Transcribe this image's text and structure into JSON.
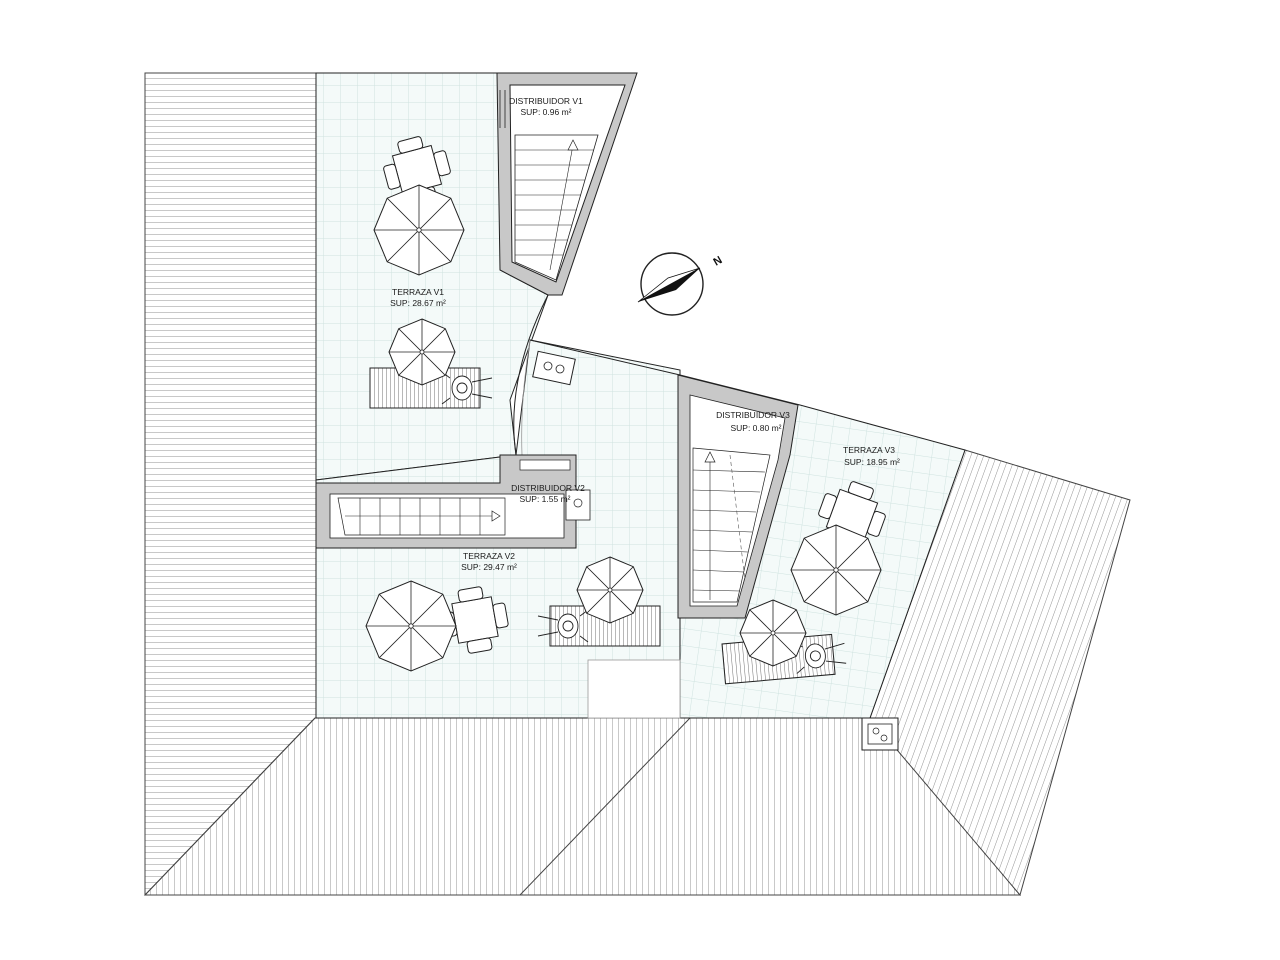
{
  "rooms": {
    "distribuidor_v1": {
      "name": "DISTRIBUIDOR V1",
      "area": "SUP: 0.96 m²"
    },
    "terraza_v1": {
      "name": "TERRAZA V1",
      "area": "SUP: 28.67 m²"
    },
    "distribuidor_v2": {
      "name": "DISTRIBUIDOR V2",
      "area": "SUP: 1.55 m²"
    },
    "terraza_v2": {
      "name": "TERRAZA V2",
      "area": "SUP: 29.47 m²"
    },
    "distribuidor_v3": {
      "name": "DISTRIBUIDOR V3",
      "area": "SUP: 0.80 m²"
    },
    "terraza_v3": {
      "name": "TERRAZA V3",
      "area": "SUP: 18.95 m²"
    }
  },
  "north_arrow": {
    "letter": "N"
  },
  "colors": {
    "tile_grid": "#cfe3e0",
    "terrace_fill": "#f4faf9",
    "wall_fill": "#c8c8c8",
    "line": "#222222",
    "roof_line": "#555555"
  }
}
